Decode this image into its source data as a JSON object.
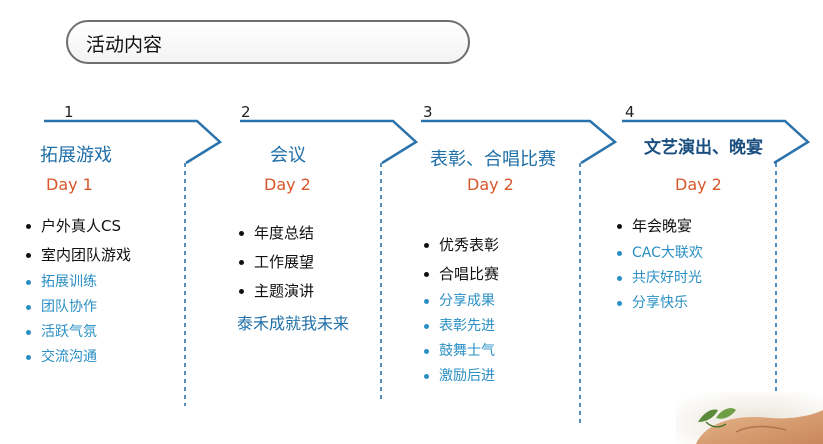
{
  "title": "活动内容",
  "colors": {
    "blue": "#1f6fa8",
    "orange": "#d9562a",
    "light_blue": "#2a8fc4",
    "arrow": "#2b73ad"
  },
  "columns": [
    {
      "number": "1",
      "heading": "拓展游戏",
      "day": "Day 1",
      "items": [
        "户外真人CS",
        "室内团队游戏"
      ],
      "subitems": [
        "拓展训练",
        "团队协作",
        "活跃气氛",
        "交流沟通"
      ]
    },
    {
      "number": "2",
      "heading": "会议",
      "day": "Day 2",
      "items": [
        "年度总结",
        "工作展望",
        "主题演讲"
      ],
      "motto": "泰禾成就我未来"
    },
    {
      "number": "3",
      "heading": "表彰、合唱比赛",
      "day": "Day 2",
      "items": [
        "优秀表彰",
        "合唱比赛"
      ],
      "subitems": [
        "分享成果",
        "表彰先进",
        "鼓舞士气",
        "激励后进"
      ]
    },
    {
      "number": "4",
      "heading": "文艺演出、晚宴",
      "day": "Day 2",
      "items": [
        "年会晚宴"
      ],
      "subitems": [
        "CAC大联欢",
        "共庆好时光",
        "分享快乐"
      ]
    }
  ]
}
